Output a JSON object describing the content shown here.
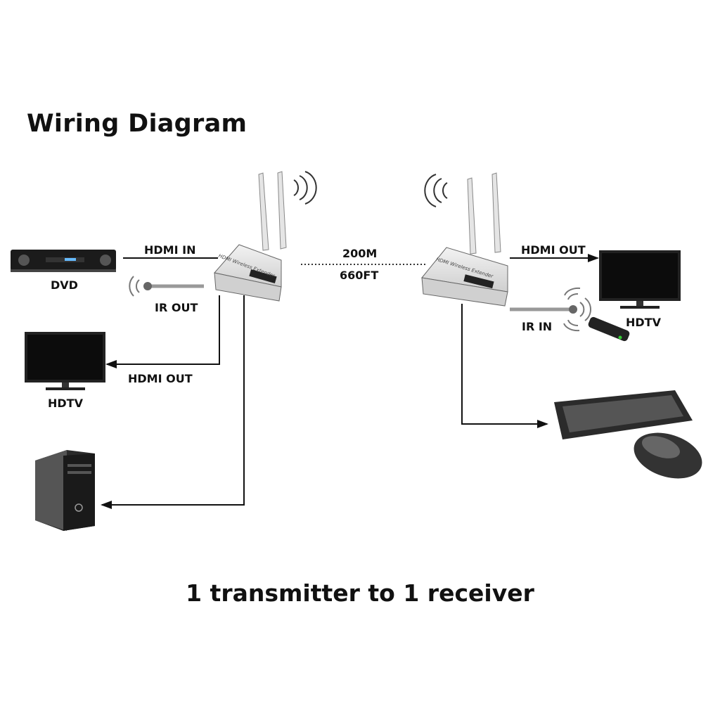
{
  "title": "Wiring Diagram",
  "caption": "1 transmitter to 1 receiver",
  "labels": {
    "hdmi_in": "HDMI IN",
    "dvd": "DVD",
    "ir_out": "IR OUT",
    "hdmi_out_left": "HDMI OUT",
    "hdtv_left": "HDTV",
    "distance_m": "200M",
    "distance_ft": "660FT",
    "hdmi_out_right": "HDMI OUT",
    "ir_in": "IR IN",
    "hdtv_right": "HDTV"
  },
  "devices": {
    "transmitter_label": "HDMI Wireless Extender",
    "receiver_label": "HDMI Wireless Extender"
  },
  "colors": {
    "line": "#111111",
    "device": "#e4e4e4",
    "ir_cable": "#999999"
  }
}
